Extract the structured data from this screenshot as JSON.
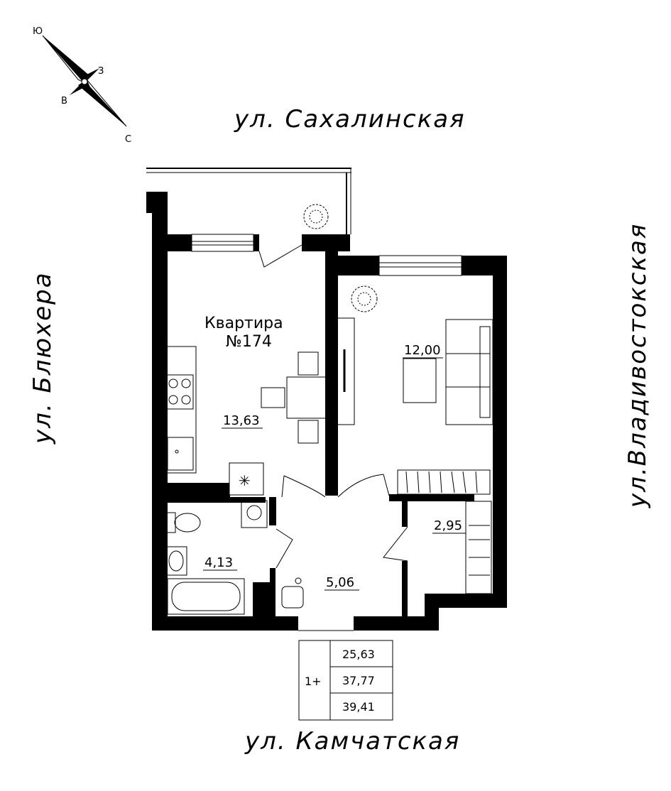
{
  "streets": {
    "top": "ул. Сахалинская",
    "bottom": "ул. Камчатская",
    "left": "ул. Блюхера",
    "right": "ул.Владивостокская"
  },
  "compass": {
    "n": "С",
    "s": "Ю",
    "e": "В",
    "w": "З"
  },
  "apartment": {
    "title_line1": "Квартира",
    "title_line2": "№174"
  },
  "rooms": {
    "kitchen": "13,63",
    "bedroom": "12,00",
    "bathroom": "4,13",
    "hall": "5,06",
    "storage": "2,95"
  },
  "summary": {
    "type": "1+",
    "living_area": "25,63",
    "total_area": "37,77",
    "total_with_balcony": "39,41"
  }
}
